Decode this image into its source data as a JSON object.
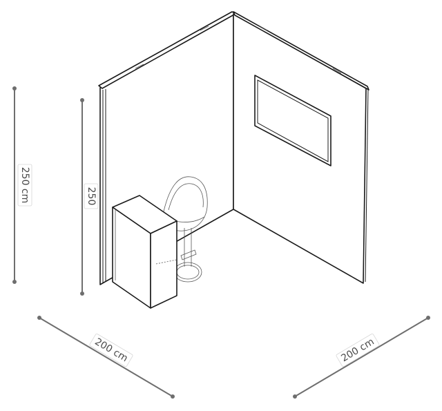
{
  "dimensions": {
    "outer_height": "250 cm",
    "inner_height": "250",
    "width_left": "200 cm",
    "width_right": "200 cm"
  },
  "colors": {
    "line": "#1a1a1a",
    "dimension": "#6e6e6e",
    "background": "#ffffff"
  }
}
